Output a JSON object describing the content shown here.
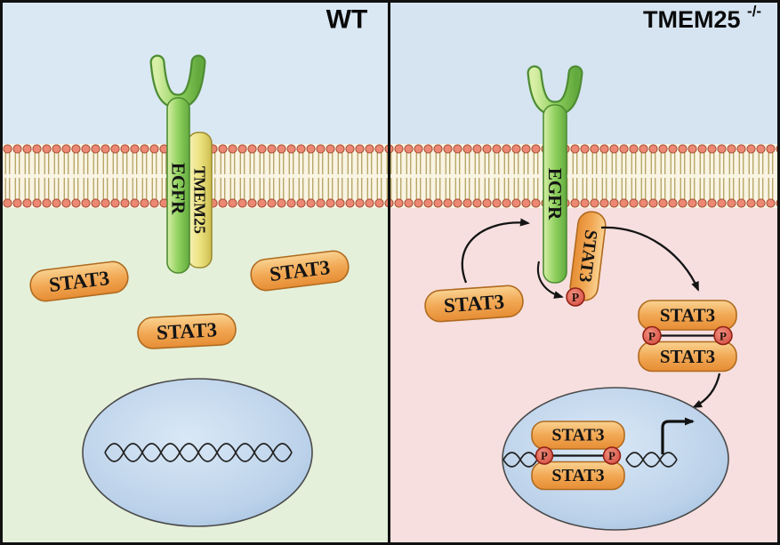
{
  "colors": {
    "extracellular_bg": "#d9e8f3",
    "cytoplasm_wt_bg": "#e4f0da",
    "cytoplasm_ko_bg": "#f7dfdf",
    "membrane_head": "#ec8873",
    "membrane_tail": "#b8a76a",
    "receptor_green": "#90d15f",
    "tmem25_yellow": "#ebe07c",
    "stat3_orange": "#f2a854",
    "phospho_red": "#d0443a",
    "nucleus_blue": "#bcd2ea"
  },
  "panel_wt": {
    "title": "WT",
    "egfr_label": "EGFR",
    "tmem25_label": "TMEM25",
    "stat3_1": "STAT3",
    "stat3_2": "STAT3",
    "stat3_3": "STAT3"
  },
  "panel_ko": {
    "title": "TMEM25",
    "title_superscript": "-/-",
    "egfr_label": "EGFR",
    "stat3_free": "STAT3",
    "stat3_bound": "STAT3",
    "p_receptor": "P",
    "dimer_stat3_top": "STAT3",
    "dimer_stat3_bottom": "STAT3",
    "dimer_p_left": "P",
    "dimer_p_right": "P",
    "nucleus_stat3_top": "STAT3",
    "nucleus_stat3_bottom": "STAT3",
    "nucleus_p_left": "P",
    "nucleus_p_right": "P"
  }
}
